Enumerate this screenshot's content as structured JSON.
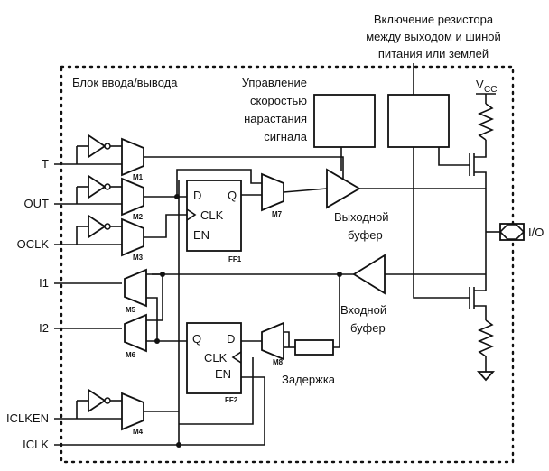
{
  "labels": {
    "block_title": "Блок ввода/вывода",
    "pullup_ctrl": [
      "Включение резистора",
      "между выходом и шиной",
      "питания или землей"
    ],
    "slew_ctrl": [
      "Управление",
      "скоростью",
      "нарастания",
      "сигнала"
    ],
    "vcc": "V",
    "vcc_sub": "CC",
    "out_buf": [
      "Выходной",
      "буфер"
    ],
    "in_buf": [
      "Входной",
      "буфер"
    ],
    "delay": "Задержка",
    "io_pin": "I/O"
  },
  "signals": [
    "T",
    "OUT",
    "OCLK",
    "I1",
    "I2",
    "ICLKEN",
    "ICLK"
  ],
  "muxes": [
    "M1",
    "M2",
    "M3",
    "M5",
    "M6",
    "M4",
    "M7",
    "M8"
  ],
  "ff1": {
    "name": "FF1",
    "d": "D",
    "q": "Q",
    "clk": "CLK",
    "en": "EN"
  },
  "ff2": {
    "name": "FF2",
    "q": "Q",
    "d": "D",
    "clk": "CLK",
    "en": "EN"
  }
}
